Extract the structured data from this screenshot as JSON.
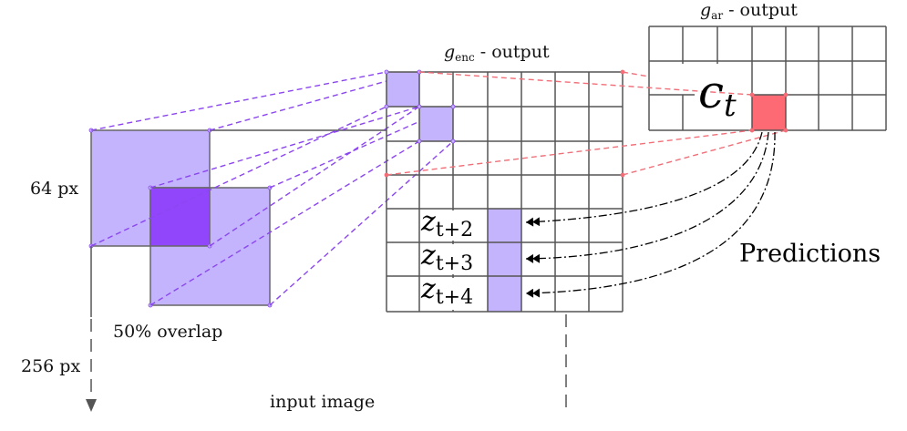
{
  "input": {
    "size_label": "64 px",
    "overlap_label": "50% overlap",
    "image_size_label": "256 px",
    "caption": "input image"
  },
  "encoder": {
    "title_var": "g",
    "title_sub": "enc",
    "title_rest": " - output",
    "rows": [
      {
        "var": "z",
        "sub": "t+2"
      },
      {
        "var": "z",
        "sub": "t+3"
      },
      {
        "var": "z",
        "sub": "t+4"
      }
    ]
  },
  "autoregressive": {
    "title_var": "g",
    "title_sub": "ar",
    "title_rest": " - output",
    "context_var": "c",
    "context_sub": "t"
  },
  "predictions_label": "Predictions",
  "colors": {
    "patch_fill": "#c4b3fd",
    "overlap_fill": "#9146fb",
    "patch_border": "#666666",
    "patch_link": "#8b46f0",
    "context_fill": "#fd6a74",
    "context_link": "#f0707a",
    "grid_line": "#555555"
  }
}
